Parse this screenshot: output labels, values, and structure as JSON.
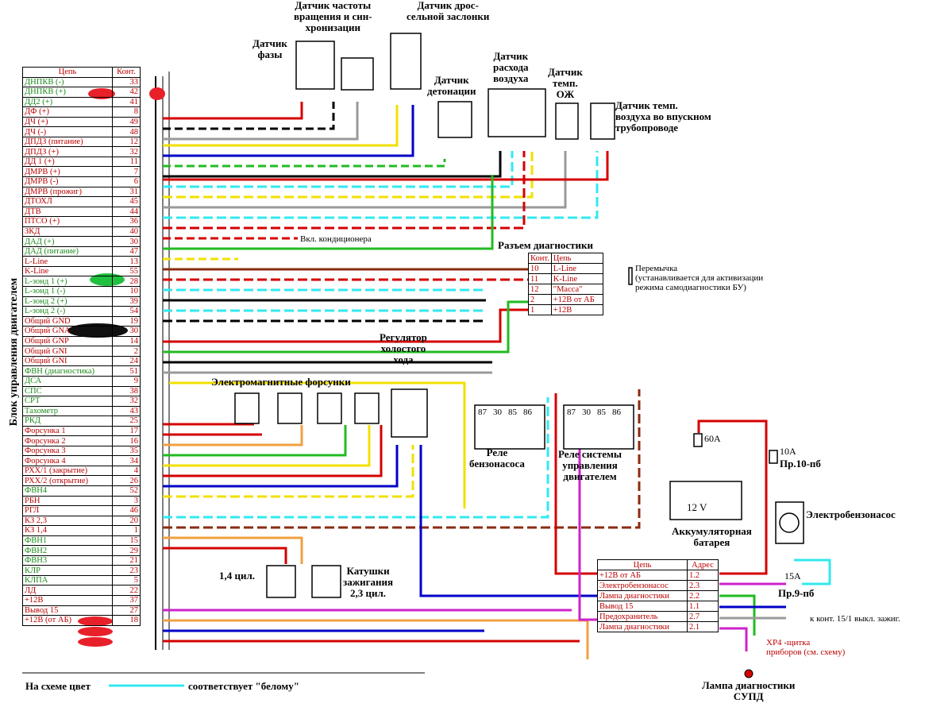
{
  "ecu": {
    "title": "Блок управления двигателем",
    "header_circuit": "Цепь",
    "header_pin": "Конт.",
    "pins": [
      {
        "name": "ДНПКВ (-)",
        "pin": "33",
        "color": "green"
      },
      {
        "name": "ДНПКВ (+)",
        "pin": "42",
        "color": "green"
      },
      {
        "name": "ДД2 (+)",
        "pin": "41",
        "color": "green"
      },
      {
        "name": "ДФ (+)",
        "pin": "8",
        "color": "red"
      },
      {
        "name": "ДЧ (+)",
        "pin": "49",
        "color": "red"
      },
      {
        "name": "ДЧ (-)",
        "pin": "48",
        "color": "red"
      },
      {
        "name": "ДПДЗ (питание)",
        "pin": "12",
        "color": "red"
      },
      {
        "name": "ДПДЗ (+)",
        "pin": "32",
        "color": "red"
      },
      {
        "name": "ДД 1 (+)",
        "pin": "11",
        "color": "red"
      },
      {
        "name": "ДМРВ (+)",
        "pin": "7",
        "color": "red"
      },
      {
        "name": "ДМРВ (-)",
        "pin": "6",
        "color": "red"
      },
      {
        "name": "ДМРВ (прожиг)",
        "pin": "31",
        "color": "red"
      },
      {
        "name": "ДТОХЛ",
        "pin": "45",
        "color": "red"
      },
      {
        "name": "ДТВ",
        "pin": "44",
        "color": "red"
      },
      {
        "name": "ПТСО (+)",
        "pin": "36",
        "color": "red"
      },
      {
        "name": "ЗКД",
        "pin": "40",
        "color": "red"
      },
      {
        "name": "ДАД (+)",
        "pin": "30",
        "color": "green"
      },
      {
        "name": "ДАД (питание)",
        "pin": "47",
        "color": "green"
      },
      {
        "name": "L-Line",
        "pin": "13",
        "color": "red"
      },
      {
        "name": "K-Line",
        "pin": "55",
        "color": "red"
      },
      {
        "name": "L-зонд 1 (+)",
        "pin": "28",
        "color": "green"
      },
      {
        "name": "L-зонд 1 (-)",
        "pin": "10",
        "color": "green"
      },
      {
        "name": "L-зонд 2 (+)",
        "pin": "39",
        "color": "green"
      },
      {
        "name": "L-зонд 2 (-)",
        "pin": "54",
        "color": "green"
      },
      {
        "name": "Общий GND",
        "pin": "19",
        "color": "red"
      },
      {
        "name": "Общий GNA",
        "pin": "30",
        "color": "red"
      },
      {
        "name": "Общий GNP",
        "pin": "14",
        "color": "red"
      },
      {
        "name": "Общий GNI",
        "pin": "2",
        "color": "red"
      },
      {
        "name": "Общий GNI",
        "pin": "24",
        "color": "red"
      },
      {
        "name": "ФВН (диагностика)",
        "pin": "51",
        "color": "green"
      },
      {
        "name": "ДСА",
        "pin": "9",
        "color": "green"
      },
      {
        "name": "СПС",
        "pin": "38",
        "color": "green"
      },
      {
        "name": "СРТ",
        "pin": "32",
        "color": "green"
      },
      {
        "name": "Тахометр",
        "pin": "43",
        "color": "green"
      },
      {
        "name": "РКД",
        "pin": "25",
        "color": "green"
      },
      {
        "name": "Форсунка 1",
        "pin": "17",
        "color": "red"
      },
      {
        "name": "Форсунка 2",
        "pin": "16",
        "color": "red"
      },
      {
        "name": "Форсунка 3",
        "pin": "35",
        "color": "red"
      },
      {
        "name": "Форсунка 4",
        "pin": "34",
        "color": "red"
      },
      {
        "name": "РХХ/1 (закрытие)",
        "pin": "4",
        "color": "red"
      },
      {
        "name": "РХХ/2 (открытие)",
        "pin": "26",
        "color": "red"
      },
      {
        "name": "ФВН4",
        "pin": "52",
        "color": "green"
      },
      {
        "name": "РБН",
        "pin": "3",
        "color": "red"
      },
      {
        "name": "РГЛ",
        "pin": "46",
        "color": "red"
      },
      {
        "name": "КЗ 2,3",
        "pin": "20",
        "color": "red"
      },
      {
        "name": "КЗ 1,4",
        "pin": "1",
        "color": "red"
      },
      {
        "name": "ФВН1",
        "pin": "15",
        "color": "green"
      },
      {
        "name": "ФВН2",
        "pin": "29",
        "color": "green"
      },
      {
        "name": "ФВН3",
        "pin": "21",
        "color": "green"
      },
      {
        "name": "КЛР",
        "pin": "23",
        "color": "green"
      },
      {
        "name": "КЛПА",
        "pin": "5",
        "color": "green"
      },
      {
        "name": "ЛД",
        "pin": "22",
        "color": "red"
      },
      {
        "name": "+12В",
        "pin": "37",
        "color": "red"
      },
      {
        "name": "Вывод 15",
        "pin": "27",
        "color": "red"
      },
      {
        "name": "+12В (от АБ)",
        "pin": "18",
        "color": "red"
      }
    ]
  },
  "sensors": {
    "phase": "Датчик\nфазы",
    "crank": "Датчик частоты\nвращения и син-\nхронизации",
    "throttle": "Датчик дрос-\nсельной заслонки",
    "knock": "Датчик\nдетонации",
    "maf": "Датчик\nрасхода\nвоздуха",
    "coolant": "Датчик\nтемп.\nОЖ",
    "intake": "Датчик темп.\nвоздуха во впускном\nтрубопроводе"
  },
  "ac_label": "Вкл. кондиционера",
  "diag": {
    "title": "Разъем диагностики",
    "header_pin": "Конт.",
    "header_circuit": "Цепь",
    "rows": [
      {
        "pin": "10",
        "circuit": "L-Line"
      },
      {
        "pin": "11",
        "circuit": "K-Line"
      },
      {
        "pin": "12",
        "circuit": "\"Масса\""
      },
      {
        "pin": "2",
        "circuit": "+12В от АБ"
      },
      {
        "pin": "1",
        "circuit": "+12В"
      }
    ],
    "jumper_note": "Перемычка\n(устанавливается для активизации\nрежима самодиагностики БУ)"
  },
  "idle_regulator": "Регулятор\nхолостого\nхода",
  "injectors": "Электромагнитные форсунки",
  "relay_pump": "Реле\nбензонасоса",
  "relay_ems": "Реле системы\nуправления\nдвигателем",
  "relay_pins": [
    "87",
    "30",
    "85",
    "86"
  ],
  "battery": {
    "label": "Аккумуляторная\nбатарея",
    "voltage": "12 V",
    "fuse": "60А"
  },
  "fuse_10": {
    "value": "10А",
    "name": "Пр.10-пб"
  },
  "fuse_15": {
    "value": "15А",
    "name": "Пр.9-пб"
  },
  "pump": "Электробензонасос",
  "coils": {
    "left": "1,4 цил.",
    "right": "Катушки\nзажигания\n2,3 цил."
  },
  "harness": {
    "header_circuit": "Цепь",
    "header_addr": "Адрес",
    "rows": [
      {
        "circuit": "+12В от АБ",
        "addr": "1.2"
      },
      {
        "circuit": "Электробензонасос",
        "addr": "2.3"
      },
      {
        "circuit": "Лампа диагностики",
        "addr": "2.2"
      },
      {
        "circuit": "Вывод 15",
        "addr": "1.1"
      },
      {
        "circuit": "Предохранитель",
        "addr": "2.7"
      },
      {
        "circuit": "Лампа диагностики",
        "addr": "2.1"
      }
    ]
  },
  "ignition_note": "к конт. 15/1 выкл. зажиг.",
  "xp4_note": "ХР4 -щитка\nприборов (см. схему)",
  "lamp_label": "Лампа диагностики\nСУПД",
  "legend": {
    "left": "На схеме цвет",
    "right": "соответствует \"белому\""
  },
  "colors": {
    "red": "#d40000",
    "blue": "#0000c8",
    "black": "#000000",
    "green": "#22bb22",
    "yellow": "#f2e000",
    "cyan": "#33e8f0",
    "orange": "#f0a040",
    "magenta": "#cc22cc",
    "brown": "#8b2b10",
    "grey": "#9a9a9a",
    "white-cyan": "#33e8f0"
  }
}
